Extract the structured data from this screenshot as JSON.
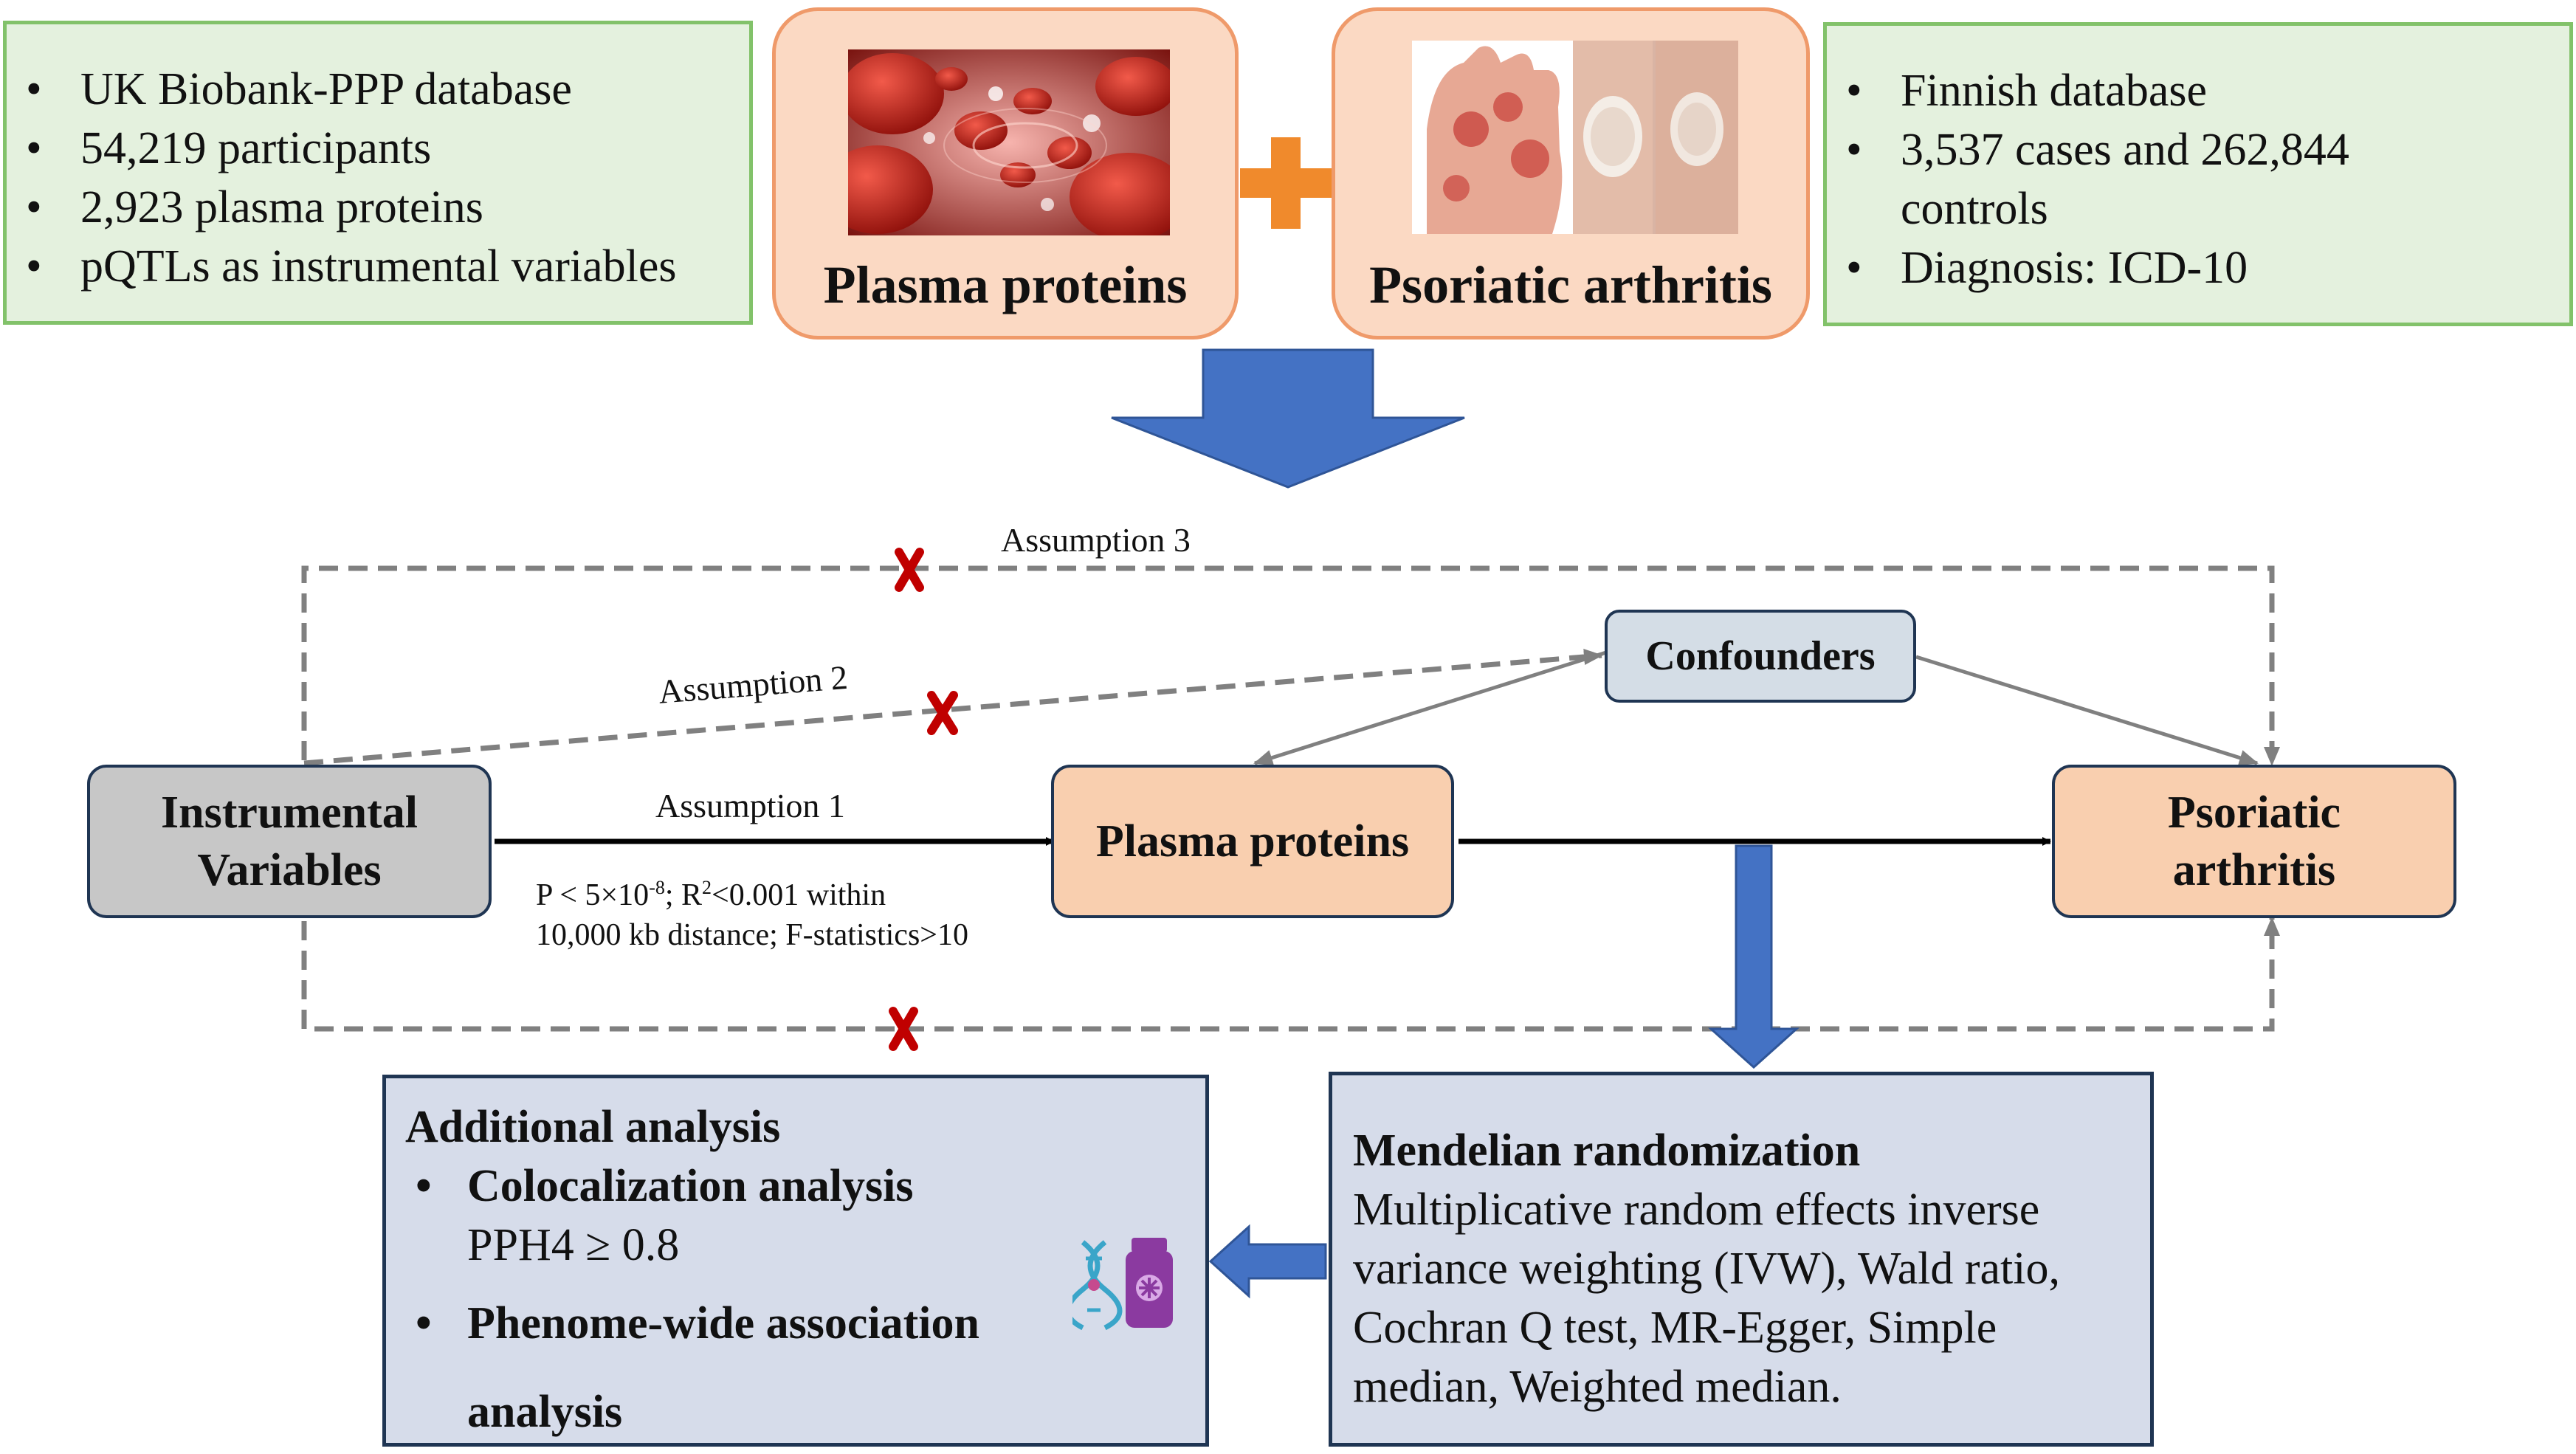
{
  "left_info": {
    "items": [
      "UK Biobank-PPP database",
      "54,219 participants",
      "2,923 plasma proteins",
      "pQTLs as instrumental variables"
    ]
  },
  "right_info": {
    "items": [
      "Finnish database",
      "3,537 cases and 262,844 controls",
      "Diagnosis: ICD-10"
    ]
  },
  "exposure_card": {
    "title": "Plasma proteins",
    "image_icon": "blood-cells-image"
  },
  "outcome_card": {
    "title": "Psoriatic arthritis",
    "image_icon": "psoriasis-skin-image"
  },
  "combine_symbol": "plus-icon",
  "nodes": {
    "instrumental": "Instrumental Variables",
    "plasma": "Plasma proteins",
    "psoriatic": "Psoriatic arthritis",
    "confounders": "Confounders"
  },
  "assumptions": {
    "a1": "Assumption 1",
    "a2": "Assumption 2",
    "a3": "Assumption 3",
    "criteria_line1_pre": "P < 5×10",
    "criteria_line1_exp": "-8",
    "criteria_line1_mid": "; R",
    "criteria_line1_sup2": "2",
    "criteria_line1_post": "<0.001 within",
    "criteria_line2": "10,000 kb distance; F-statistics>10"
  },
  "additional": {
    "heading": "Additional analysis",
    "item1": "Colocalization analysis",
    "item1_detail": "PPH4 ≥ 0.8",
    "item2_line1": "Phenome-wide association",
    "item2_line2": "analysis",
    "icon": "dna-drug-icon"
  },
  "mr": {
    "heading": "Mendelian randomization",
    "lines": [
      "Multiplicative random effects inverse",
      "variance weighting (IVW), Wald ratio,",
      "Cochran Q test, MR-Egger, Simple",
      "median, Weighted median."
    ]
  },
  "colors": {
    "green_fill": "#e4f1de",
    "green_border": "#82c26a",
    "peach_fill": "#fbd9c3",
    "peach_border": "#ef9a6a",
    "arrow_blue": "#4472c4",
    "plus_orange": "#f08a2c",
    "cross_red": "#c00000",
    "dash_gray": "#808080"
  }
}
